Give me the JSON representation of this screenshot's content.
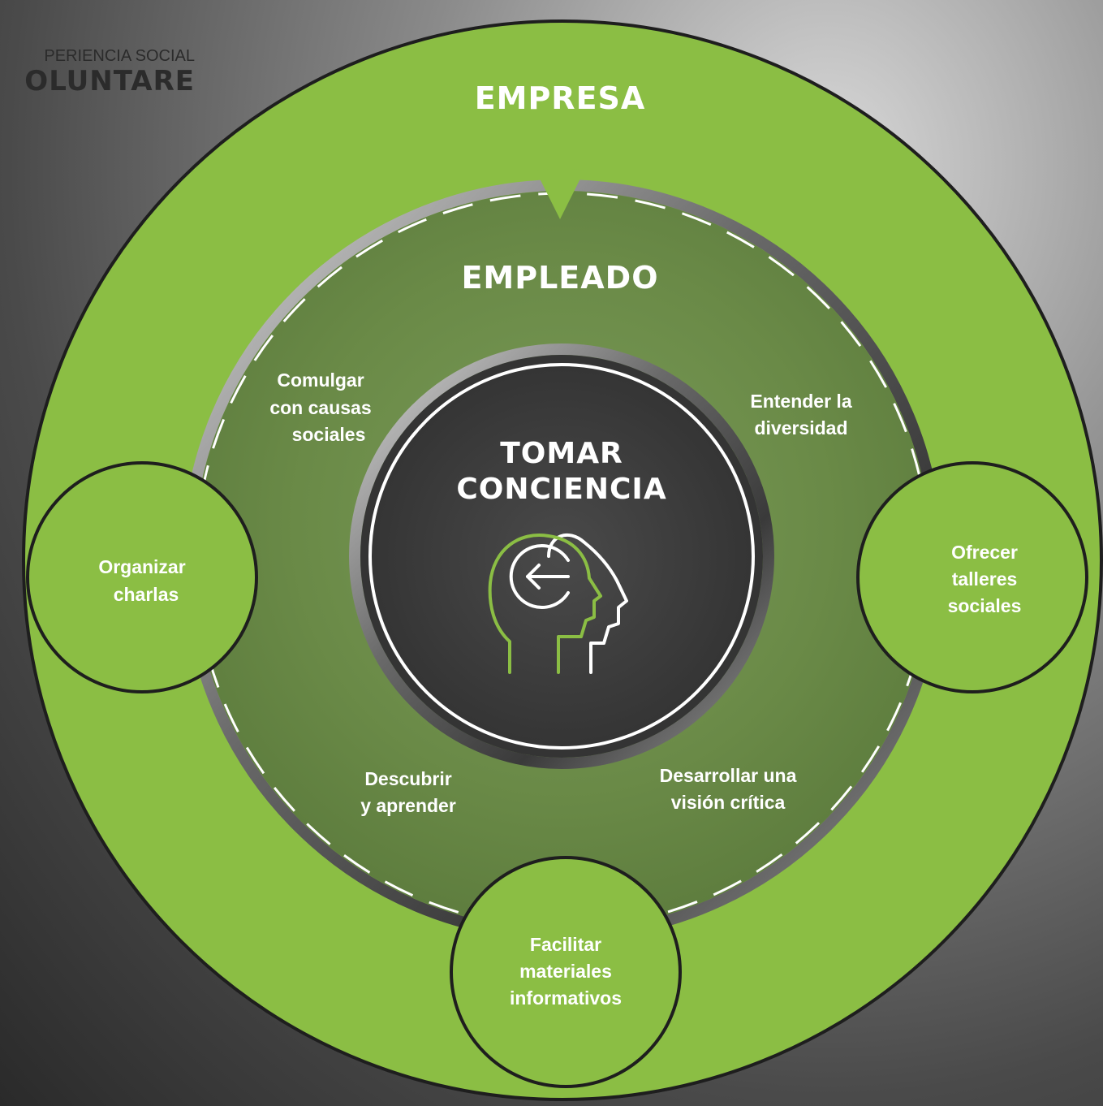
{
  "header": {
    "subtitle": "PERIENCIA SOCIAL",
    "title": "OLUNTARE"
  },
  "outer_ring": {
    "label": "EMPRESA"
  },
  "middle_ring": {
    "label": "EMPLEADO"
  },
  "center": {
    "line1": "TOMAR",
    "line2": "CONCIENCIA",
    "icon": "head-awareness-icon"
  },
  "inner_items": [
    {
      "lines": [
        "Comulgar",
        "con causas",
        "sociales"
      ]
    },
    {
      "lines": [
        "Entender la",
        "diversidad"
      ]
    },
    {
      "lines": [
        "Descubrir",
        "y aprender"
      ]
    },
    {
      "lines": [
        "Desarrollar una",
        "visión crítica"
      ]
    }
  ],
  "satellites": [
    {
      "lines": [
        "Organizar",
        "charlas"
      ]
    },
    {
      "lines": [
        "Ofrecer",
        "talleres",
        "sociales"
      ]
    },
    {
      "lines": [
        "Facilitar",
        "materiales",
        "informativos"
      ]
    }
  ],
  "colors": {
    "green": "#8bbe44",
    "dark": "#3a3a3a",
    "inner_green": "#6e8f4a"
  }
}
